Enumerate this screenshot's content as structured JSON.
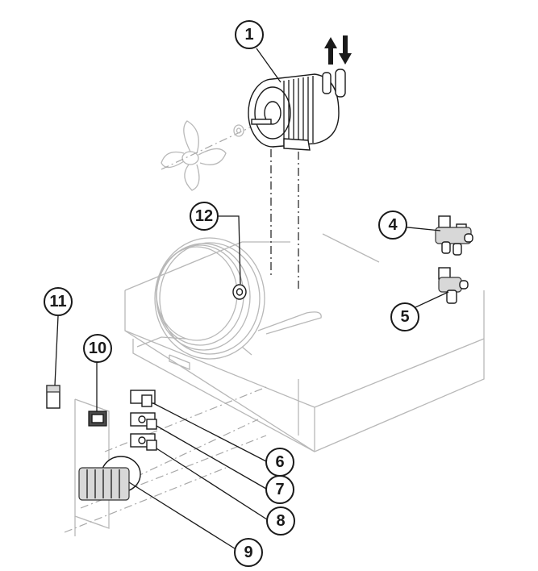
{
  "callouts": [
    {
      "id": "1",
      "label": "1"
    },
    {
      "id": "4",
      "label": "4"
    },
    {
      "id": "5",
      "label": "5"
    },
    {
      "id": "6",
      "label": "6"
    },
    {
      "id": "7",
      "label": "7"
    },
    {
      "id": "8",
      "label": "8"
    },
    {
      "id": "9",
      "label": "9"
    },
    {
      "id": "10",
      "label": "10"
    },
    {
      "id": "11",
      "label": "11"
    },
    {
      "id": "12",
      "label": "12"
    }
  ],
  "colors": {
    "ink": "#1a1a1a",
    "ghost_line": "#b8b8b8",
    "background": "#ffffff"
  },
  "icons": {
    "flow_arrows": "flow-direction-arrows-icon",
    "fan": "fan-blade-icon"
  }
}
